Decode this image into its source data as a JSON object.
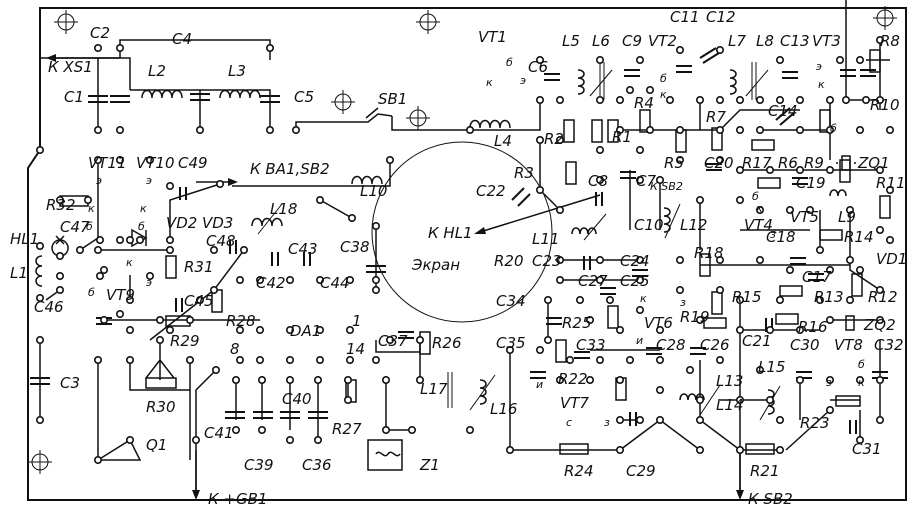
{
  "labels": {
    "c1": "C1",
    "c2": "C2",
    "c3": "C3",
    "c4": "C4",
    "c5": "C5",
    "c6": "C6",
    "c7": "C7",
    "c8": "C8",
    "c9": "C9",
    "c10": "C10",
    "c11": "C11",
    "c12": "C12",
    "c13": "C13",
    "c14": "C14",
    "c17": "C17",
    "c18": "C18",
    "c19": "C19",
    "c20": "C20",
    "c21": "C21",
    "c22": "C22",
    "c23": "C23",
    "c24": "C24",
    "c25": "C25",
    "c26": "C26",
    "c27": "C27",
    "c28": "C28",
    "c29": "C29",
    "c30": "C30",
    "c31": "C31",
    "c32": "C32",
    "c33": "C33",
    "c34": "C34",
    "c35": "C35",
    "c36": "C36",
    "c37": "C37",
    "c38": "C38",
    "c39": "C39",
    "c40": "C40",
    "c41": "C41",
    "c42": "C42",
    "c43": "C43",
    "c44": "C44",
    "c45": "C45",
    "c46": "C46",
    "c47": "C47",
    "c48": "C48",
    "c49": "C49",
    "r1": "R1",
    "r2": "R2",
    "r3": "R3",
    "r4": "R4",
    "r5": "R5",
    "r6": "R6",
    "r7": "R7",
    "r8": "R8",
    "r9": "R9",
    "r10": "R10",
    "r11": "R11",
    "r12": "R12",
    "r13": "R13",
    "r14": "R14",
    "r15": "R15",
    "r16": "R16",
    "r17": "R17",
    "r18": "R18",
    "r19": "R19",
    "r20": "R20",
    "r21": "R21",
    "r22": "R22",
    "r23": "R23",
    "r24": "R24",
    "r25": "R25",
    "r26": "R26",
    "r27": "R27",
    "r28": "R28",
    "r29": "R29",
    "r30": "R30",
    "r31": "R31",
    "r32": "R32",
    "l1": "L1",
    "l2": "L2",
    "l3": "L3",
    "l4": "L4",
    "l5": "L5",
    "l6": "L6",
    "l7": "L7",
    "l8": "L8",
    "l9": "L9",
    "l10": "L10",
    "l11": "L11",
    "l12": "L12",
    "l13": "L13",
    "l14": "L14",
    "l15": "L15",
    "l16": "L16",
    "l17": "L17",
    "l18": "L18",
    "vt1": "VT1",
    "vt2": "VT2",
    "vt3": "VT3",
    "vt4": "VT4",
    "vt5": "VT5",
    "vt6": "VT6",
    "vt7": "VT7",
    "vt8": "VT8",
    "vt9": "VT9",
    "vt10": "VT10",
    "vt11": "VT11",
    "vd1": "VD1",
    "vd2": "VD2",
    "vd3": "VD3",
    "zq1": "ZQ1",
    "zq2": "ZQ2",
    "hl1": "HL1",
    "sb1": "SB1",
    "q1": "Q1",
    "da1": "DA1",
    "z1": "Z1",
    "k_xs1": "К XS1",
    "k_ba1": "К BA1,SB2",
    "k_hl1": "К HL1",
    "ekran": "Экран",
    "k_gb1": "К  +GB1",
    "k_sb2_bottom": "К SB2",
    "k_sb2_small": "К SB2",
    "pin_1": "1",
    "pin_8": "8",
    "pin_14": "14",
    "pin_b": "б",
    "pin_e": "э",
    "pin_k": "к",
    "pin_s": "с",
    "pin_z": "з",
    "pin_i": "и"
  },
  "colors": {
    "ink": "#111111",
    "paper": "#ffffff"
  }
}
